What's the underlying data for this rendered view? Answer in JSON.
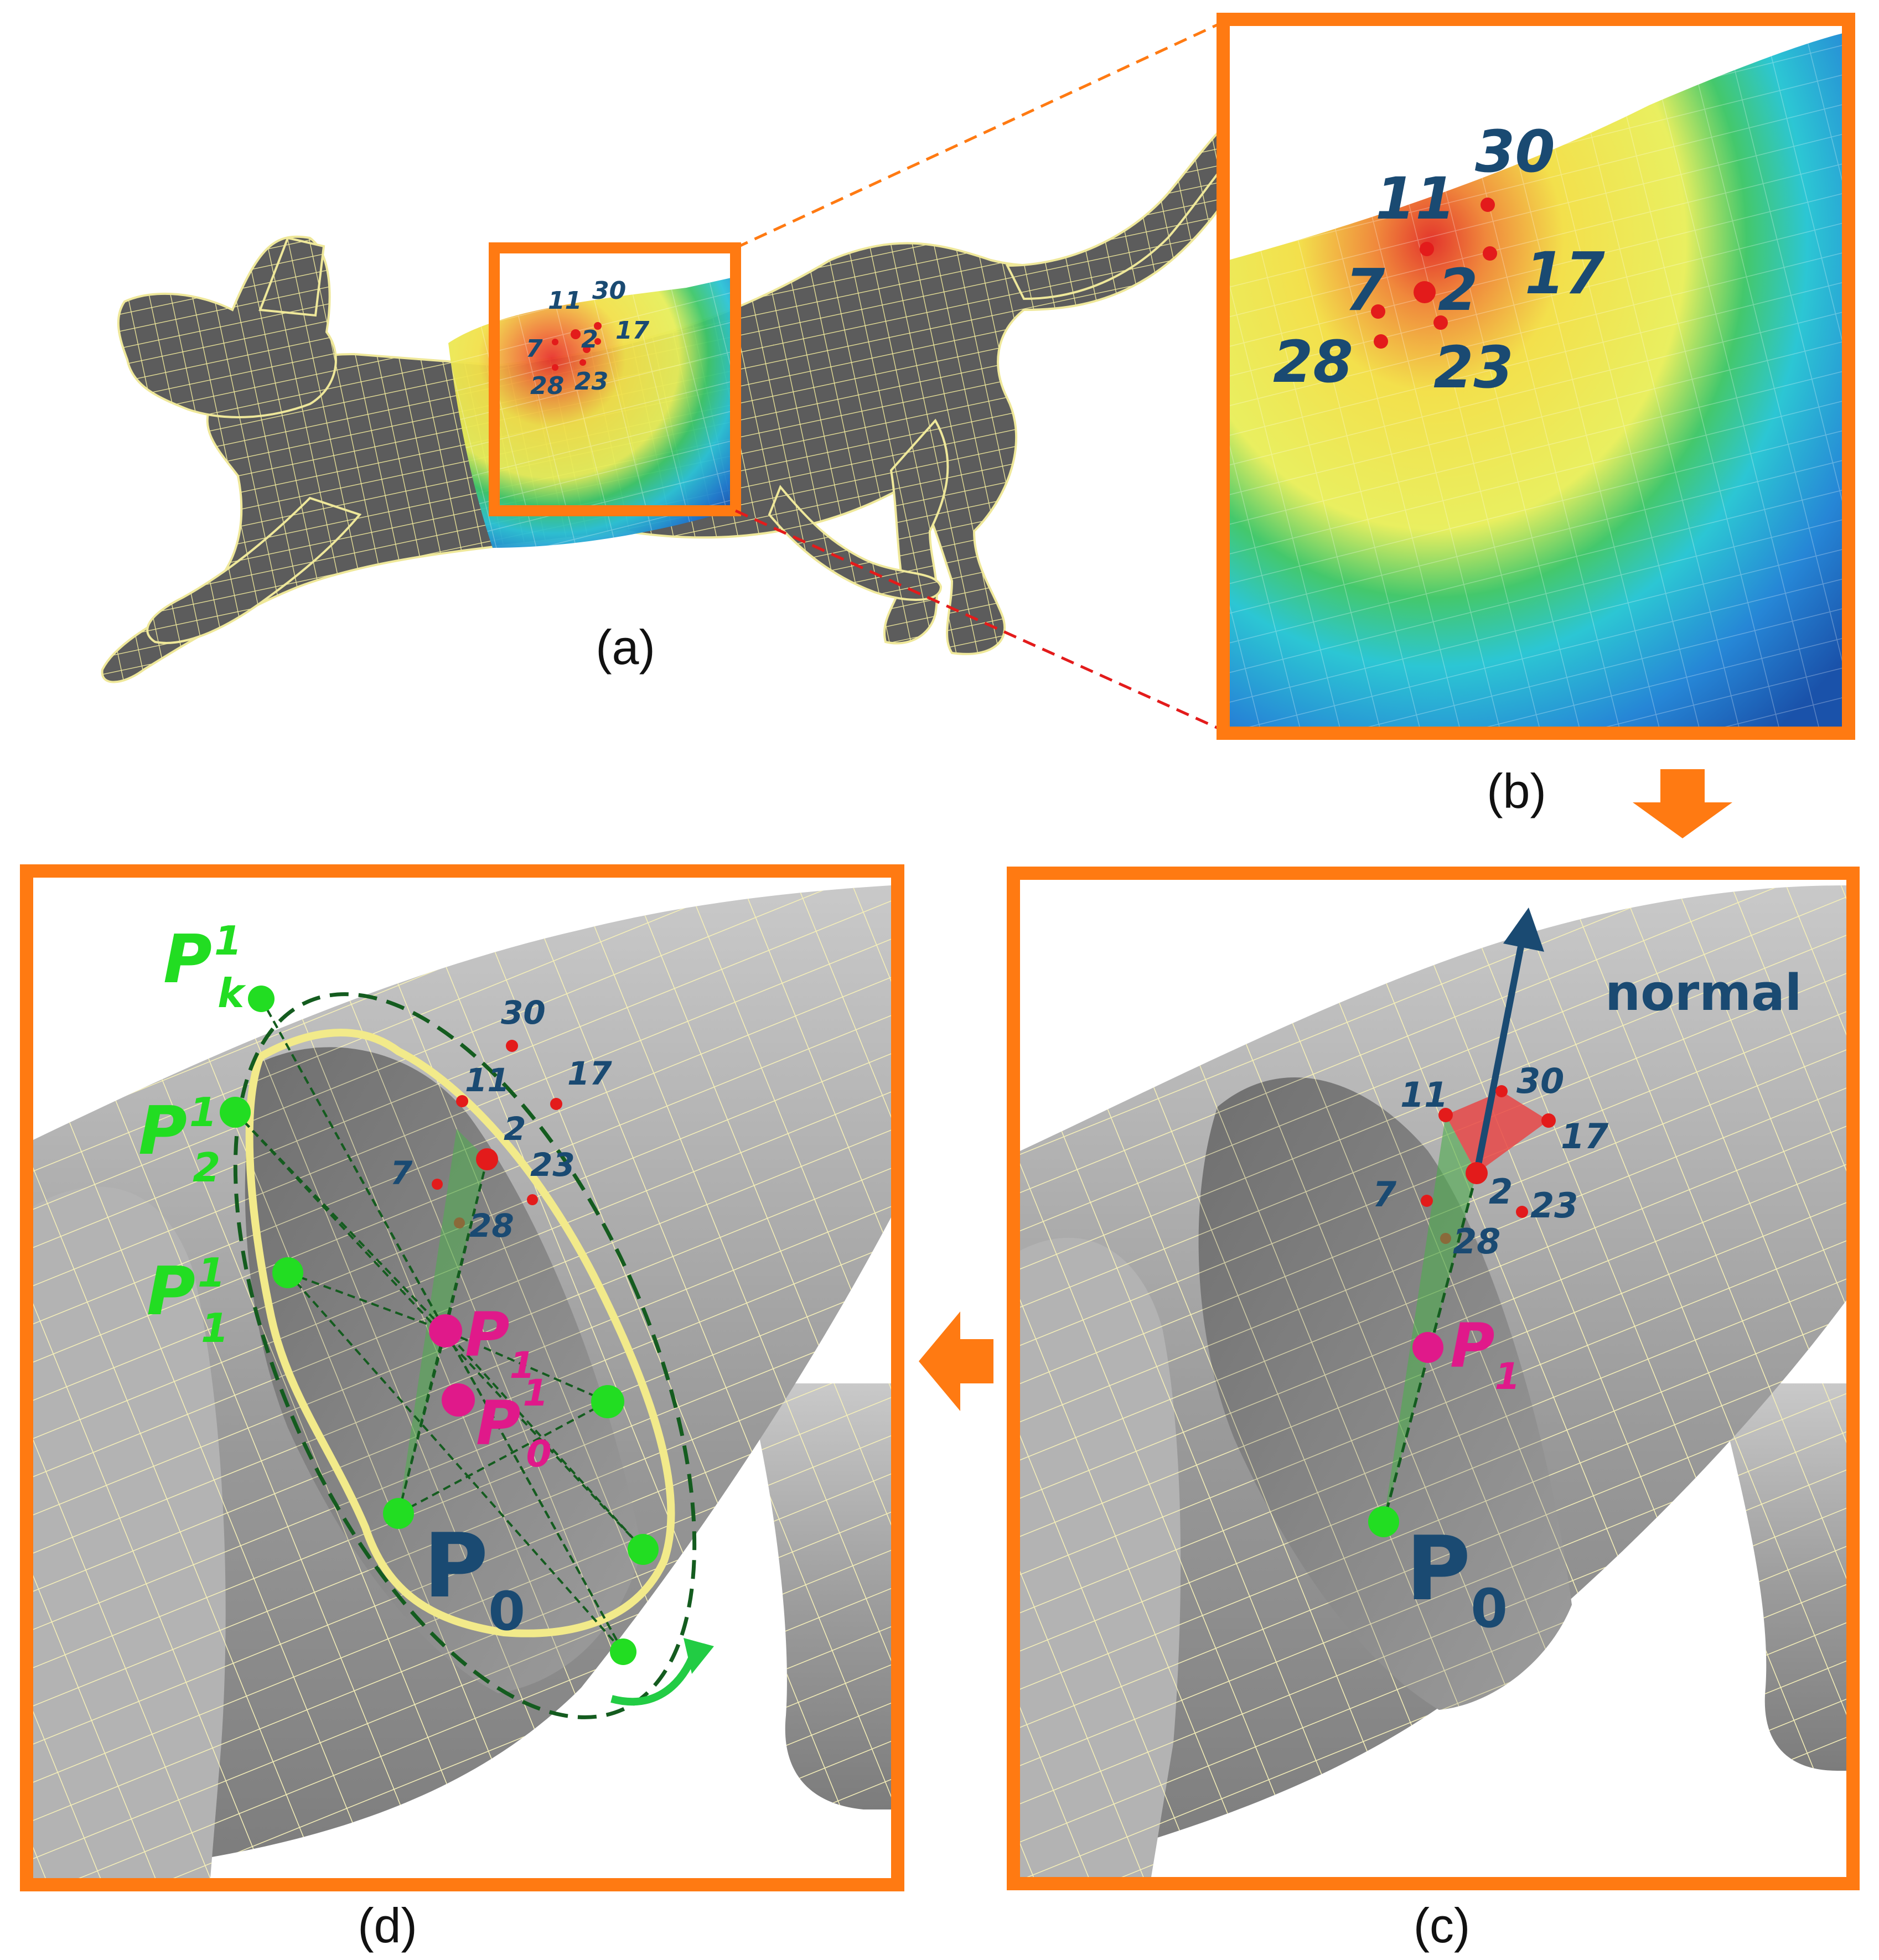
{
  "captions": {
    "a": "(a)",
    "b": "(b)",
    "c": "(c)",
    "d": "(d)"
  },
  "vertex_labels": {
    "v30": "30",
    "v11": "11",
    "v17": "17",
    "v7": "7",
    "v2": "2",
    "v28": "28",
    "v23": "23"
  },
  "points": {
    "p0_base": "P",
    "p0_sub": "0",
    "p1_base": "P",
    "p1_sub": "1",
    "p01_base": "P",
    "p01_sup": "1",
    "p01_sub": "0",
    "pk_base": "P",
    "pk_sup": "1",
    "pk_sub": "k",
    "p2_base": "P",
    "p2_sup": "1",
    "p2_sub": "2",
    "p11_base": "P",
    "p11_sup": "1",
    "p11_sub": "1"
  },
  "normal_label": "normal",
  "colors": {
    "frame": "#ff7a12",
    "mesh_fill": "#5f5f5f",
    "mesh_line": "#efe89a",
    "vertex_red": "#e31b1b",
    "label_blue": "#1a4a72",
    "point_green": "#22dd22",
    "point_magenta": "#e0198a",
    "dark_green": "#145c1f",
    "contour_yellow": "#f2ea8a"
  }
}
